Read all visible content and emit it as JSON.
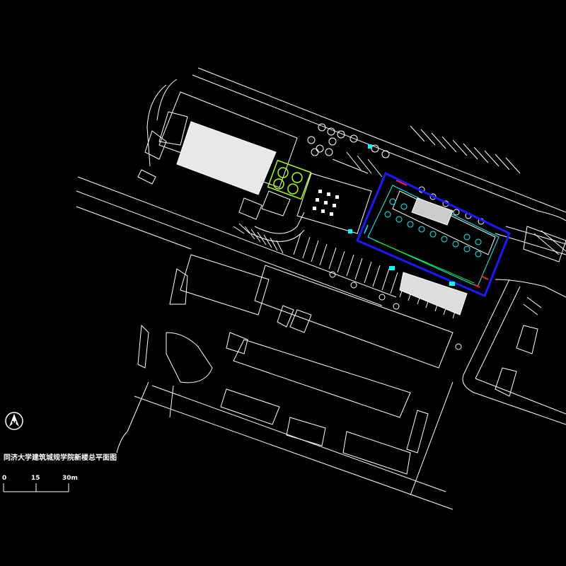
{
  "drawing": {
    "title": "同济大学建筑城规学院新楼总平面图",
    "north_label": "N",
    "scale_labels": [
      "0",
      "15",
      "30m"
    ]
  },
  "colors": {
    "background": "#000000",
    "linework": "#ffffff",
    "building_outline": "#1a1aff",
    "trees": "#aaff00",
    "accent_cyan": "#00ffff",
    "accent_red": "#ff2020"
  }
}
